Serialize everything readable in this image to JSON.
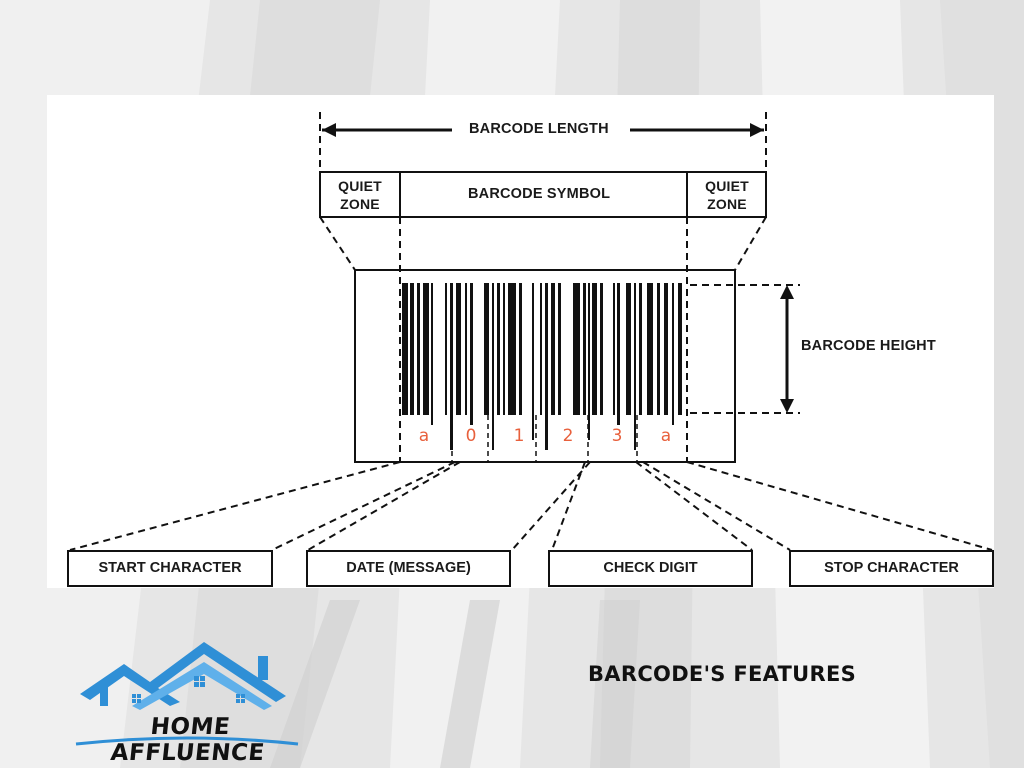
{
  "diagram": {
    "length_label": "BARCODE LENGTH",
    "quiet_zone_left": [
      "QUIET",
      "ZONE"
    ],
    "symbol_label": "BARCODE SYMBOL",
    "quiet_zone_right": [
      "QUIET",
      "ZONE"
    ],
    "height_label": "BARCODE HEIGHT",
    "digits": [
      "a",
      "0",
      "1",
      "2",
      "3",
      "a"
    ],
    "parts": [
      "START CHARACTER",
      "DATE (MESSAGE)",
      "CHECK DIGIT",
      "STOP CHARACTER"
    ]
  },
  "caption": "BARCODE'S FEATURES",
  "logo": {
    "text": "HOME AFFLUENCE",
    "icon": "house-roof-icon"
  },
  "colors": {
    "digit": "#e8603c",
    "logo_blue": "#2f8fd6",
    "ink": "#111111"
  }
}
